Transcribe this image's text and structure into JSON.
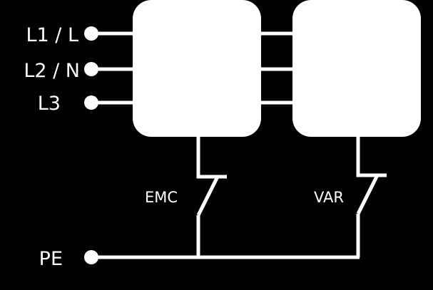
{
  "background_color": "#000000",
  "foreground_color": "#ffffff",
  "terminals": {
    "l1": "L1 / L",
    "l2": "L2 / N",
    "l3": "L3",
    "pe": "PE"
  },
  "switches": {
    "emc": "EMC",
    "var": "VAR"
  }
}
